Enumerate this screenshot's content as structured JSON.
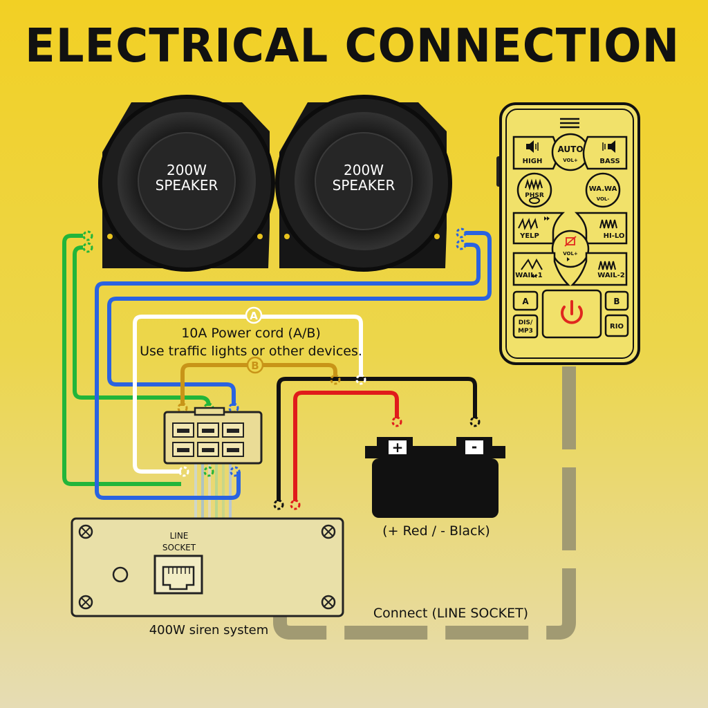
{
  "title": "ELECTRICAL CONNECTION",
  "speakers": [
    {
      "label_line1": "200W",
      "label_line2": "SPEAKER"
    },
    {
      "label_line1": "200W",
      "label_line2": "SPEAKER"
    }
  ],
  "power_cord": {
    "marker_a": "A",
    "marker_b": "B",
    "line1": "10A  Power cord (A/B)",
    "line2": "Use traffic lights or other devices."
  },
  "battery": {
    "plus": "+",
    "minus": "-",
    "caption": "(+ Red / - Black)"
  },
  "siren_box": {
    "socket_label_line1": "LINE",
    "socket_label_line2": "SOCKET",
    "caption": "400W siren system"
  },
  "connect_caption": "Connect (LINE SOCKET)",
  "remote": {
    "high": "HIGH",
    "auto": "AUTO",
    "auto_sub": "VOL+",
    "bass": "BASS",
    "phsr": "PHSR",
    "wawa": "WA.WA",
    "wawa_sub": "VOL-",
    "yelp": "YELP",
    "hilo": "HI-LO",
    "center_sub": "VOL+",
    "wail1": "WAIL-1",
    "wail2": "WAIL-2",
    "a": "A",
    "b": "B",
    "dis_line1": "DIS/",
    "dis_line2": "MP3",
    "rio": "RIO"
  },
  "colors": {
    "background_top": "#f2d024",
    "background_bottom": "#e6dcb4",
    "wire_green": "#22b53a",
    "wire_blue": "#2a63e0",
    "wire_white": "#ffffff",
    "wire_orange": "#c89418",
    "wire_red": "#e01b1b",
    "wire_black": "#111111",
    "remote_body": "#f1e16a",
    "power_icon": "#e0281e"
  }
}
